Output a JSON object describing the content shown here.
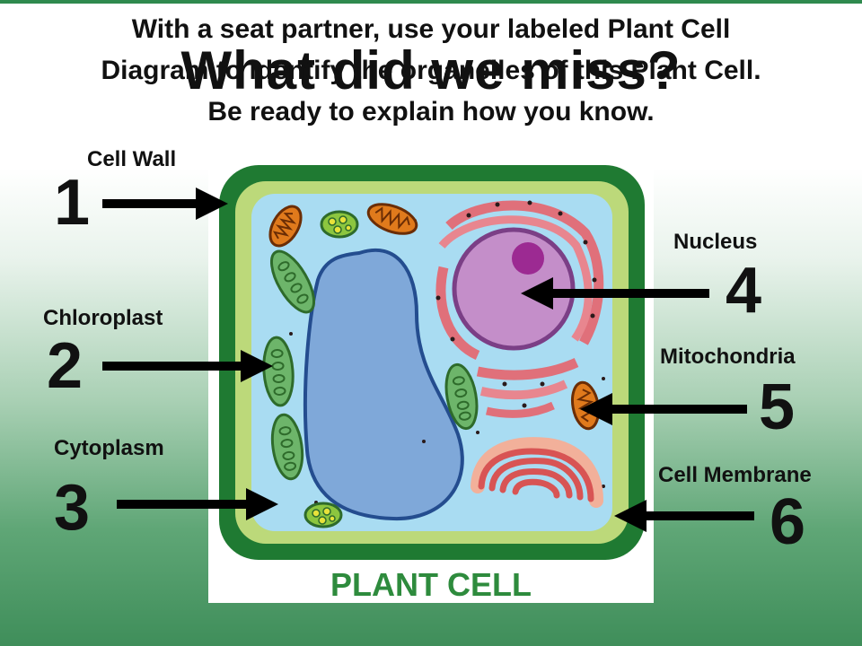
{
  "title": "What did we miss?",
  "instructions": [
    "With a seat partner, use your labeled Plant Cell",
    "Diagram to identify the organelles of this Plant Cell.",
    "Be ready to explain how you know."
  ],
  "diagram_caption": "PLANT CELL",
  "labels": [
    {
      "number": "1",
      "name": "Cell Wall"
    },
    {
      "number": "2",
      "name": "Chloroplast"
    },
    {
      "number": "3",
      "name": "Cytoplasm"
    },
    {
      "number": "4",
      "name": "Nucleus"
    },
    {
      "number": "5",
      "name": "Mitochondria"
    },
    {
      "number": "6",
      "name": "Cell Membrane"
    }
  ],
  "colors": {
    "cell_wall": "#1f7a32",
    "cell_membrane": "#bcd97a",
    "cytoplasm": "#a9dcf2",
    "vacuole": "#7fa8d9",
    "nucleus": "#c48ec9",
    "nucleolus": "#9c2a92",
    "er": "#e0707a",
    "golgi": "#d85454",
    "chloroplast": "#6db56a",
    "mitochondria": "#e07a1c",
    "caption": "#2e8b3d"
  }
}
